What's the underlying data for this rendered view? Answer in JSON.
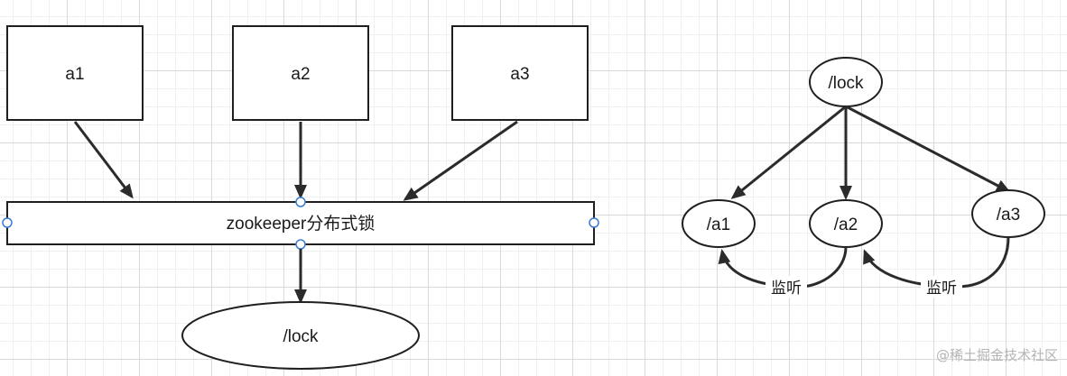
{
  "left_diagram": {
    "clients": [
      "a1",
      "a2",
      "a3"
    ],
    "lock_service": "zookeeper分布式锁",
    "lock_node": "/lock"
  },
  "right_diagram": {
    "root": "/lock",
    "children": [
      "/a1",
      "/a2",
      "/a3"
    ],
    "watch_labels": [
      "监听",
      "监听"
    ]
  },
  "watermark": "@稀土掘金技术社区",
  "colors": {
    "stroke": "#1f1f1f",
    "handle": "#3b7bd6",
    "grid": "#dadada",
    "watermark": "#b4b4b4"
  }
}
